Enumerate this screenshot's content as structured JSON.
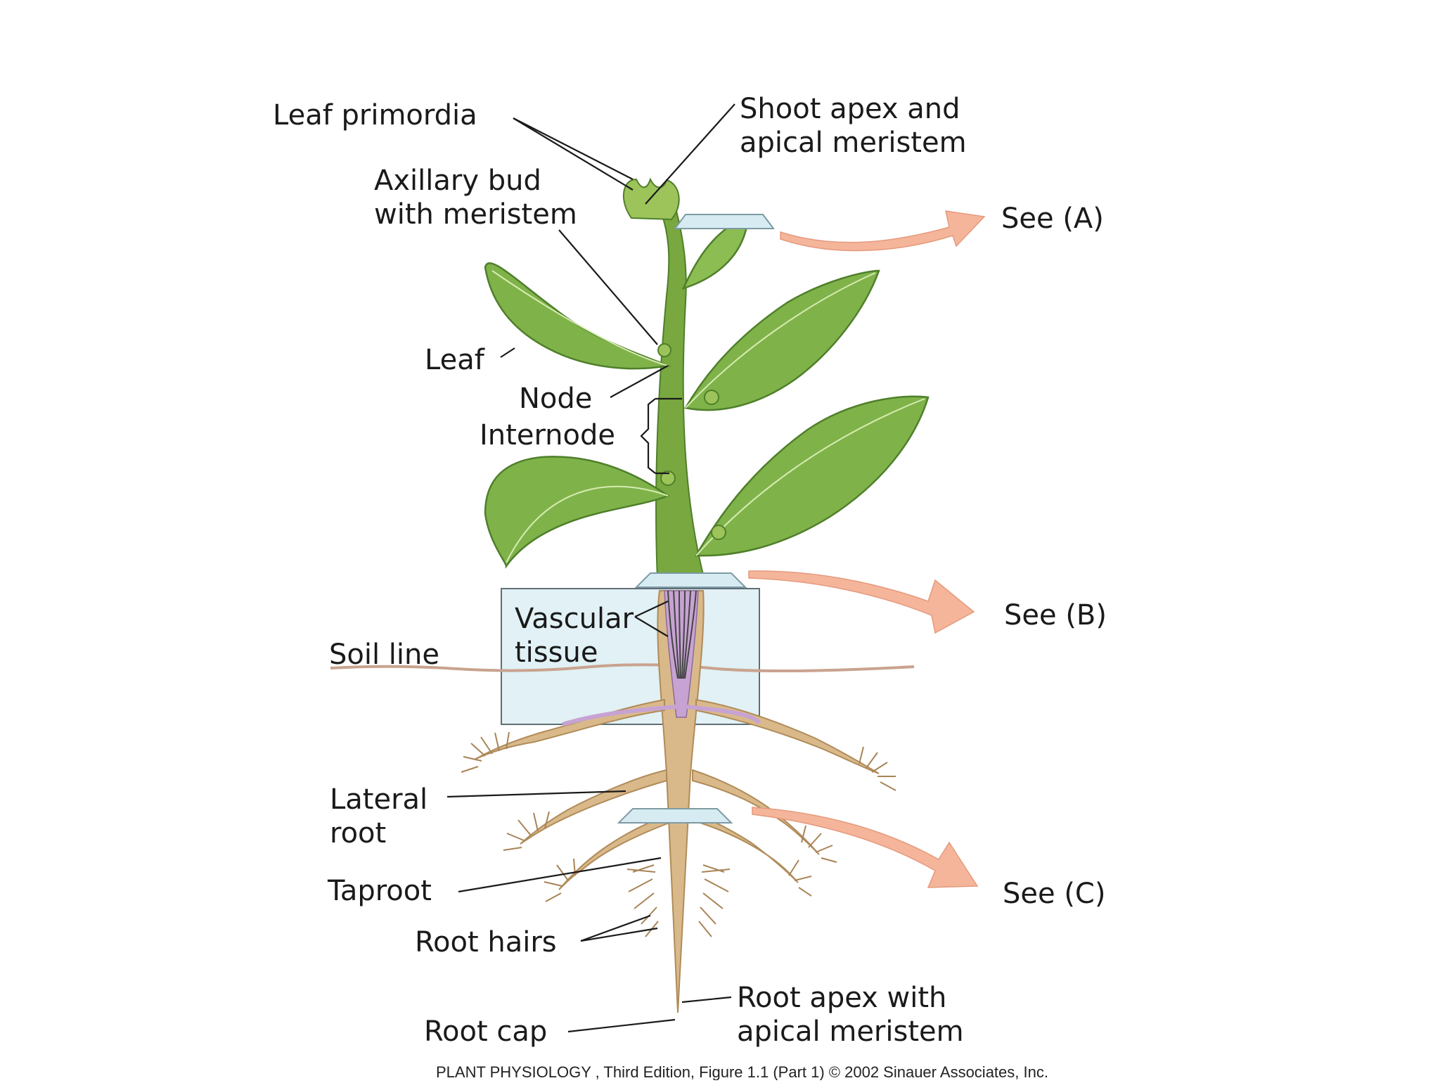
{
  "labels": {
    "leaf_primordia": "Leaf primordia",
    "shoot_apex_l1": "Shoot apex and",
    "shoot_apex_l2": "apical meristem",
    "axillary_l1": "Axillary bud",
    "axillary_l2": "with meristem",
    "leaf": "Leaf",
    "node": "Node",
    "internode": "Internode",
    "vascular_l1": "Vascular",
    "vascular_l2": "tissue",
    "soil_line": "Soil line",
    "lateral_l1": "Lateral",
    "lateral_l2": "root",
    "taproot": "Taproot",
    "root_hairs": "Root hairs",
    "root_cap": "Root cap",
    "root_apex_l1": "Root apex with",
    "root_apex_l2": "apical meristem"
  },
  "callouts": {
    "a": "See (A)",
    "b": "See (B)",
    "c": "See (C)"
  },
  "caption": "PLANT PHYSIOLOGY , Third Edition, Figure 1.1 (Part 1)  © 2002 Sinauer Associates, Inc.",
  "colors": {
    "leaf": "#7fb34a",
    "leaf_dark": "#4f7f2a",
    "stem": "#78a83f",
    "root": "#d9b98a",
    "root_dark": "#b08b5a",
    "section_box": "#d7ecf2",
    "vascular": "#c7a3d3",
    "arrow": "#f5b59a",
    "soil": "#c9a38f"
  }
}
